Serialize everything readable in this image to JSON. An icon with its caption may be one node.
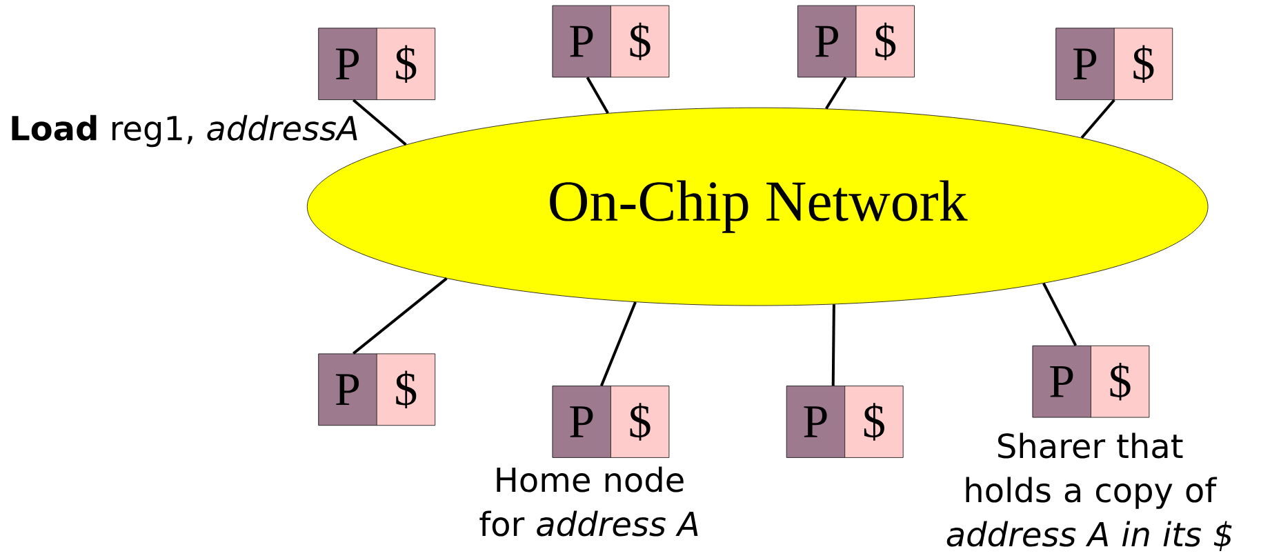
{
  "diagram": {
    "nodes": [
      {
        "text": [
          "P",
          "$"
        ]
      },
      {
        "text": [
          "P",
          "$"
        ]
      },
      {
        "text": [
          "P",
          "$"
        ]
      },
      {
        "text": [
          "P",
          "$"
        ]
      },
      {
        "text": [
          "On-Chip Network"
        ]
      },
      {
        "text": [
          "P",
          "$"
        ]
      },
      {
        "text": [
          "P",
          "$"
        ],
        "beside": [
          "Home node for *address A*"
        ]
      },
      {
        "text": [
          "P",
          "$"
        ]
      },
      {
        "text": [
          "P",
          "$"
        ],
        "beside": [
          "Sharer that holds a copy of *address A in its $*"
        ]
      }
    ],
    "edges": [
      {
        "from": 4,
        "to": 0,
        "arrow": "none"
      },
      {
        "from": 4,
        "to": 1,
        "arrow": "none"
      },
      {
        "from": 4,
        "to": 2,
        "arrow": "none"
      },
      {
        "from": 4,
        "to": 3,
        "arrow": "none"
      },
      {
        "from": 4,
        "to": 5,
        "arrow": "none"
      },
      {
        "from": 4,
        "to": 6,
        "arrow": "none"
      },
      {
        "from": 4,
        "to": 7,
        "arrow": "none"
      },
      {
        "from": 4,
        "to": 8,
        "arrow": "none"
      }
    ],
    "labels": [
      "**Load** reg1, *addressA*"
    ]
  }
}
